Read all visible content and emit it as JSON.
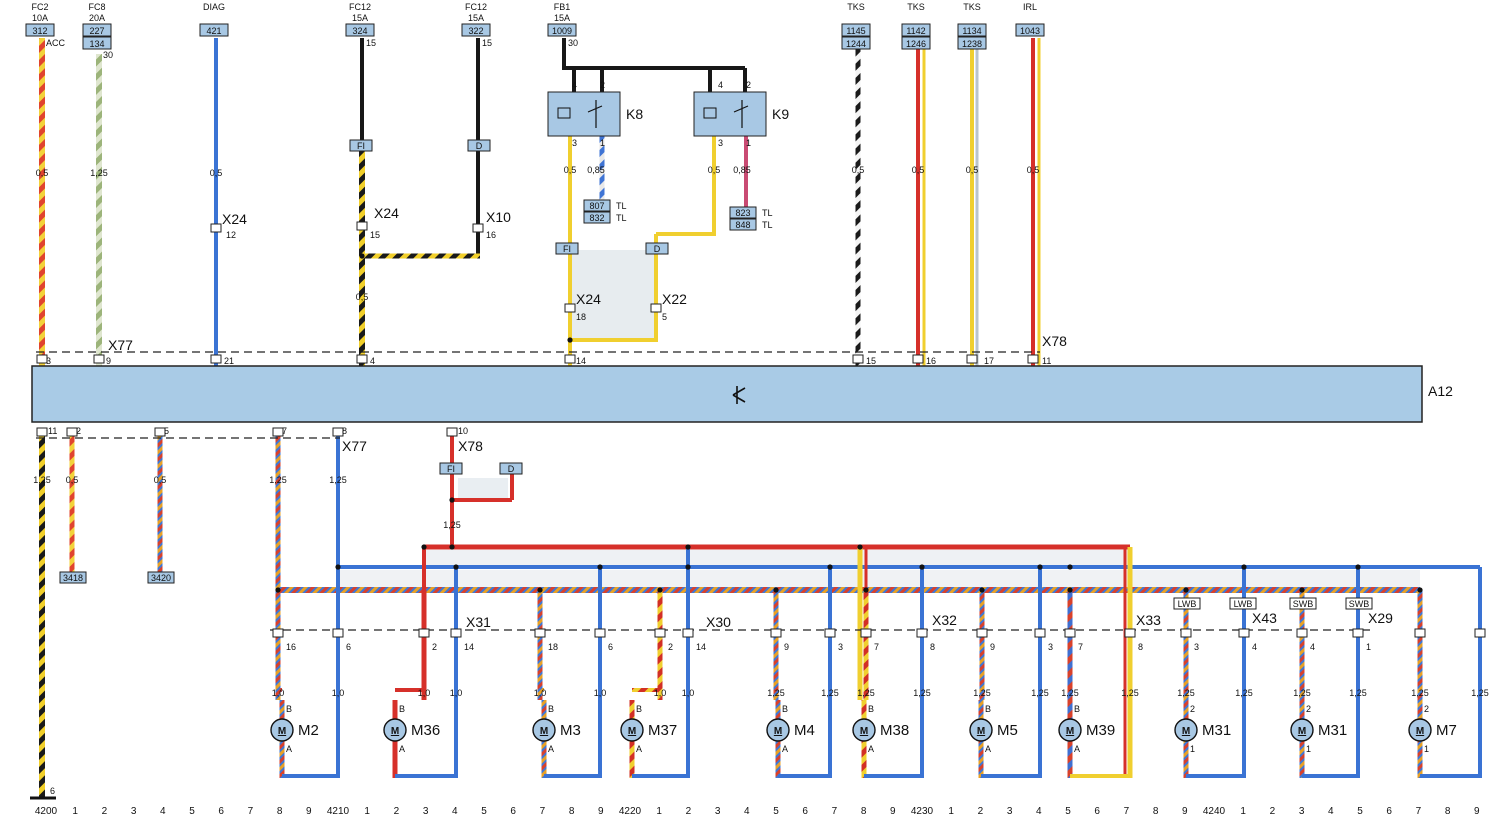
{
  "fuses": [
    {
      "top": "FC2",
      "amp": "10A",
      "code": "312",
      "pin": "ACC"
    },
    {
      "top": "FC8",
      "amp": "20A",
      "code": "227",
      "code2": "134",
      "pin": "30"
    },
    {
      "top": "DIAG",
      "amp": "",
      "code": "421",
      "pin": ""
    },
    {
      "top": "FC12",
      "amp": "15A",
      "code": "324",
      "pin": "15"
    },
    {
      "top": "FC12",
      "amp": "15A",
      "code": "322",
      "pin": "15"
    },
    {
      "top": "FB1",
      "amp": "15A",
      "code": "1009",
      "pin": "30"
    },
    {
      "top": "TKS",
      "amp": "",
      "code": "1145",
      "code2": "1244",
      "pin": ""
    },
    {
      "top": "TKS",
      "amp": "",
      "code": "1142",
      "code2": "1246",
      "pin": ""
    },
    {
      "top": "TKS",
      "amp": "",
      "code": "1134",
      "code2": "1238",
      "pin": ""
    },
    {
      "top": "IRL",
      "amp": "",
      "code": "1043",
      "pin": ""
    }
  ],
  "relays": [
    {
      "name": "K8"
    },
    {
      "name": "K9"
    }
  ],
  "relay_pins": {
    "k8": [
      "4",
      "2",
      "3",
      "1"
    ],
    "k9": [
      "4",
      "2",
      "3",
      "1"
    ]
  },
  "tl_blocks": [
    {
      "a": "807",
      "b": "832",
      "tag": "TL"
    },
    {
      "a": "823",
      "b": "848",
      "tag": "TL"
    }
  ],
  "module": {
    "name": "A12"
  },
  "connectors_top": {
    "x77": "X77",
    "x78": "X78",
    "x24a": "X24",
    "x24b": "X24",
    "x10": "X10",
    "x24c": "X24",
    "x22": "X22"
  },
  "connectors_bottom": {
    "x77": "X77",
    "x78": "X78",
    "x31": "X31",
    "x30": "X30",
    "x32": "X32",
    "x33": "X33",
    "x43": "X43",
    "x29": "X29"
  },
  "fi_d": {
    "fi": "FI",
    "d": "D"
  },
  "top_gauges": [
    "0,5",
    "1,25",
    "0,5",
    "0,5",
    "0,5",
    "0,85",
    "0,5",
    "0,85",
    "0,5",
    "0,5",
    "0,5",
    "0,5"
  ],
  "top_pins": [
    "3",
    "9",
    "21",
    "4",
    "14",
    "15",
    "16",
    "17",
    "11"
  ],
  "mid_pins": [
    "12",
    "15",
    "16",
    "18",
    "5"
  ],
  "mid_gauge": "0,5",
  "bottom_pins": [
    "11",
    "2",
    "5",
    "7",
    "8",
    "10"
  ],
  "bottom_gauges": [
    "1,25",
    "0,5",
    "0,5",
    "1,25",
    "1,25",
    "1,25"
  ],
  "ground_refs": [
    "3418",
    "3420"
  ],
  "sw_boxes": [
    "LWB",
    "LWB",
    "SWB",
    "SWB"
  ],
  "motors": [
    {
      "name": "M2"
    },
    {
      "name": "M36"
    },
    {
      "name": "M3"
    },
    {
      "name": "M37"
    },
    {
      "name": "M4"
    },
    {
      "name": "M38"
    },
    {
      "name": "M5"
    },
    {
      "name": "M39"
    },
    {
      "name": "M31"
    },
    {
      "name": "M31"
    },
    {
      "name": "M7"
    }
  ],
  "motor_symbol": "M",
  "motor_pins": [
    "B",
    "A"
  ],
  "motor_pins_alt": [
    "2",
    "1"
  ],
  "motor_gauges": [
    "1,0",
    "1,0",
    "1,0",
    "1,0",
    "1,0",
    "1,0",
    "1,0",
    "1,0",
    "1,25",
    "1,25",
    "1,25",
    "1,25",
    "1,25",
    "1,25",
    "1,25",
    "1,25",
    "1,25",
    "1,25",
    "1,25",
    "1,25",
    "1,25",
    "1,25"
  ],
  "conn_pins": [
    "16",
    "6",
    "2",
    "14",
    "18",
    "6",
    "2",
    "14",
    "9",
    "3",
    "7",
    "8",
    "9",
    "3",
    "7",
    "8",
    "3",
    "4",
    "4",
    "1"
  ],
  "ground_pin": "6",
  "footer": [
    "4200",
    "1",
    "2",
    "3",
    "4",
    "5",
    "6",
    "7",
    "8",
    "9",
    "4210",
    "1",
    "2",
    "3",
    "4",
    "5",
    "6",
    "7",
    "8",
    "9",
    "4220",
    "1",
    "2",
    "3",
    "4",
    "5",
    "6",
    "7",
    "8",
    "9",
    "4230",
    "1",
    "2",
    "3",
    "4",
    "5",
    "6",
    "7",
    "8",
    "9",
    "4240",
    "1",
    "2",
    "3",
    "4",
    "5",
    "6",
    "7",
    "8",
    "9"
  ]
}
